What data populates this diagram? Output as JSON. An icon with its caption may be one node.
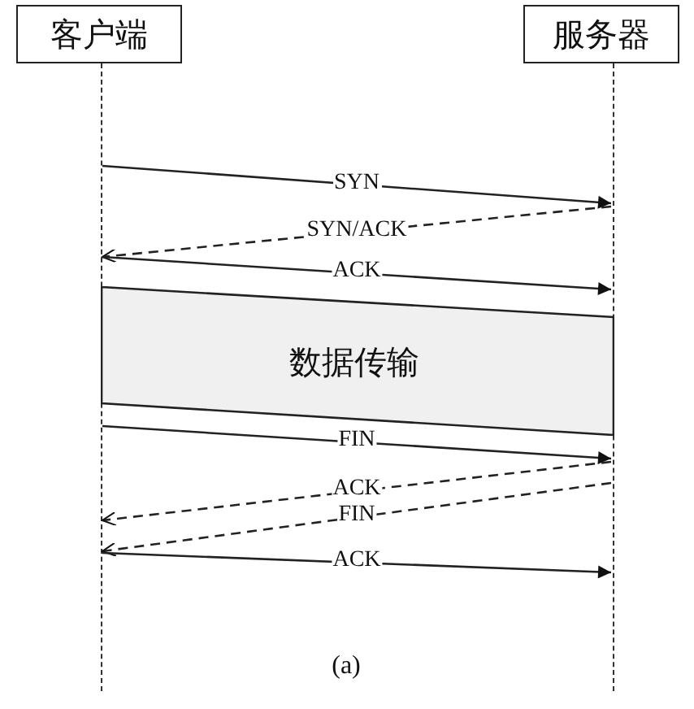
{
  "diagram": {
    "caption": "(a)",
    "nodes": [
      {
        "text": [
          "客户端"
        ]
      },
      {
        "text": [
          "服务器"
        ]
      },
      {
        "text": [],
        "shape": "line"
      },
      {
        "text": [],
        "shape": "line"
      },
      {
        "text": [
          "数据传输"
        ]
      }
    ],
    "edges": [
      {
        "from": 2,
        "to": 3,
        "arrow": "to",
        "label": "SYN"
      },
      {
        "from": 3,
        "to": 2,
        "arrow": "to",
        "label": "SYN/ACK",
        "style": "dashed"
      },
      {
        "from": 2,
        "to": 3,
        "arrow": "to",
        "label": "ACK"
      },
      {
        "from": 2,
        "to": 3,
        "arrow": "to",
        "label": "FIN"
      },
      {
        "from": 3,
        "to": 2,
        "arrow": "to",
        "label": "ACK",
        "style": "dashed"
      },
      {
        "from": 3,
        "to": 2,
        "arrow": "to",
        "label": "FIN",
        "style": "dashed"
      },
      {
        "from": 2,
        "to": 3,
        "arrow": "to",
        "label": "ACK"
      }
    ]
  }
}
